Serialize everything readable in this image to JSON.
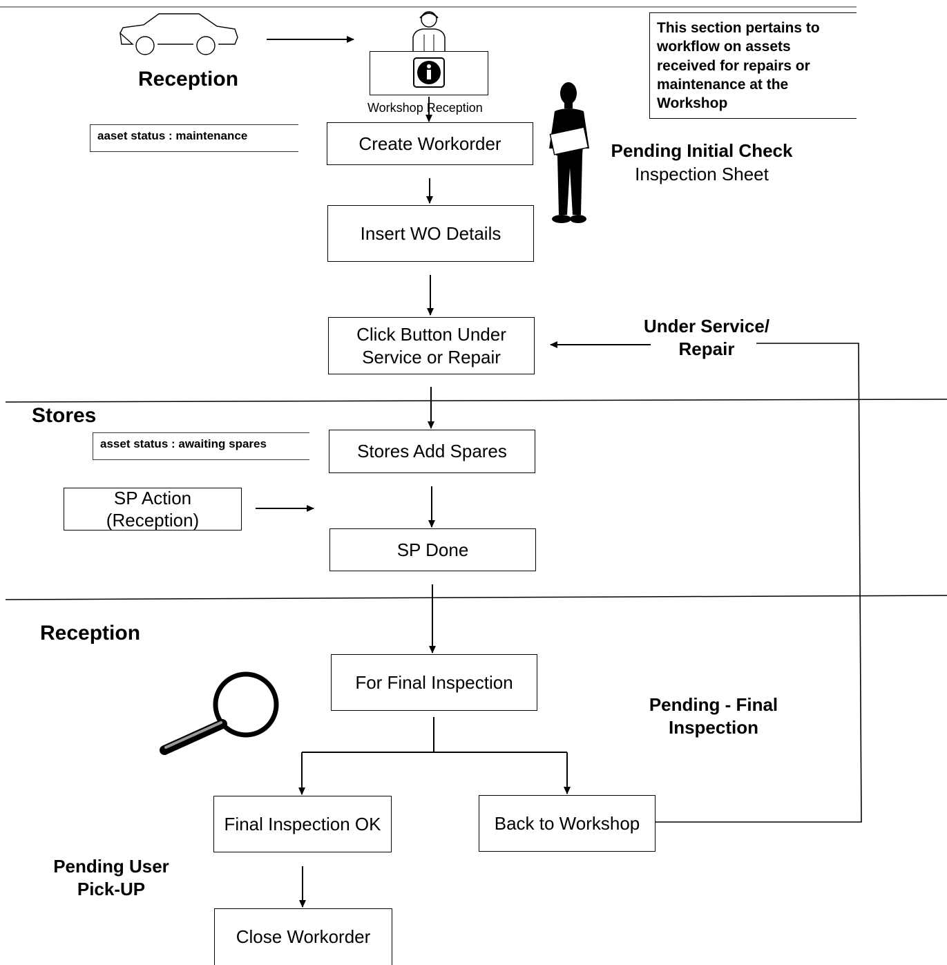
{
  "sections": {
    "reception_top": "Reception",
    "stores": "Stores",
    "reception_bottom": "Reception"
  },
  "note": "This section pertains to workflow on assets received for repairs or maintenance at the Workshop",
  "desk_label": "Workshop Reception",
  "status": {
    "maintenance": "aaset status : maintenance",
    "awaiting": "asset status : awaiting spares"
  },
  "steps": {
    "create": "Create Workorder",
    "insert": "Insert WO Details",
    "click": "Click Button Under\nService or Repair",
    "stores_add": "Stores Add Spares",
    "sp_action": "SP Action\n(Reception)",
    "sp_done": "SP Done",
    "final_insp": "For Final Inspection",
    "final_ok": "Final Inspection OK",
    "back": "Back to Workshop",
    "close": "Close Workorder"
  },
  "labels": {
    "pending_initial_title": "Pending Initial Check",
    "pending_initial_sub": "Inspection Sheet",
    "under_service": "Under Service/\nRepair",
    "pending_final": "Pending - Final\nInspection",
    "pending_user": "Pending User\nPick-UP"
  },
  "icons": {
    "car": "car-icon",
    "receptionist": "receptionist-icon",
    "info": "info-icon",
    "inspector": "inspector-icon",
    "magnifier": "magnifier-icon"
  }
}
